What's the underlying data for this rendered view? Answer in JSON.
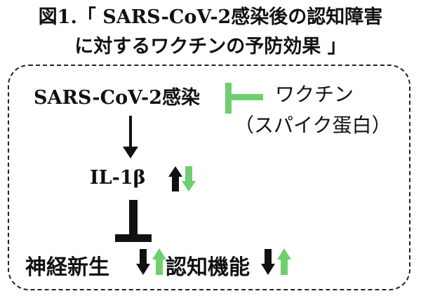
{
  "title": {
    "line1": "図1.「 SARS-CoV-2感染後の認知障害",
    "line2": "に対するワクチンの予防効果 」"
  },
  "diagram": {
    "infection": "SARS-CoV-2感染",
    "vaccine": "ワクチン",
    "vaccine_detail": "（スパイク蛋白）",
    "cytokine": "IL-1β",
    "neurogenesis": "神経新生",
    "cognition": "認知機能"
  },
  "colors": {
    "arrow_black": "#111111",
    "arrow_green": "#6fcf6f"
  },
  "icons": {
    "inhibit_vaccine": "green-inhibition-bar-icon",
    "infection_to_il1b": "down-arrow-icon",
    "il1b_to_neuro": "inhibition-t-bar-icon"
  }
}
